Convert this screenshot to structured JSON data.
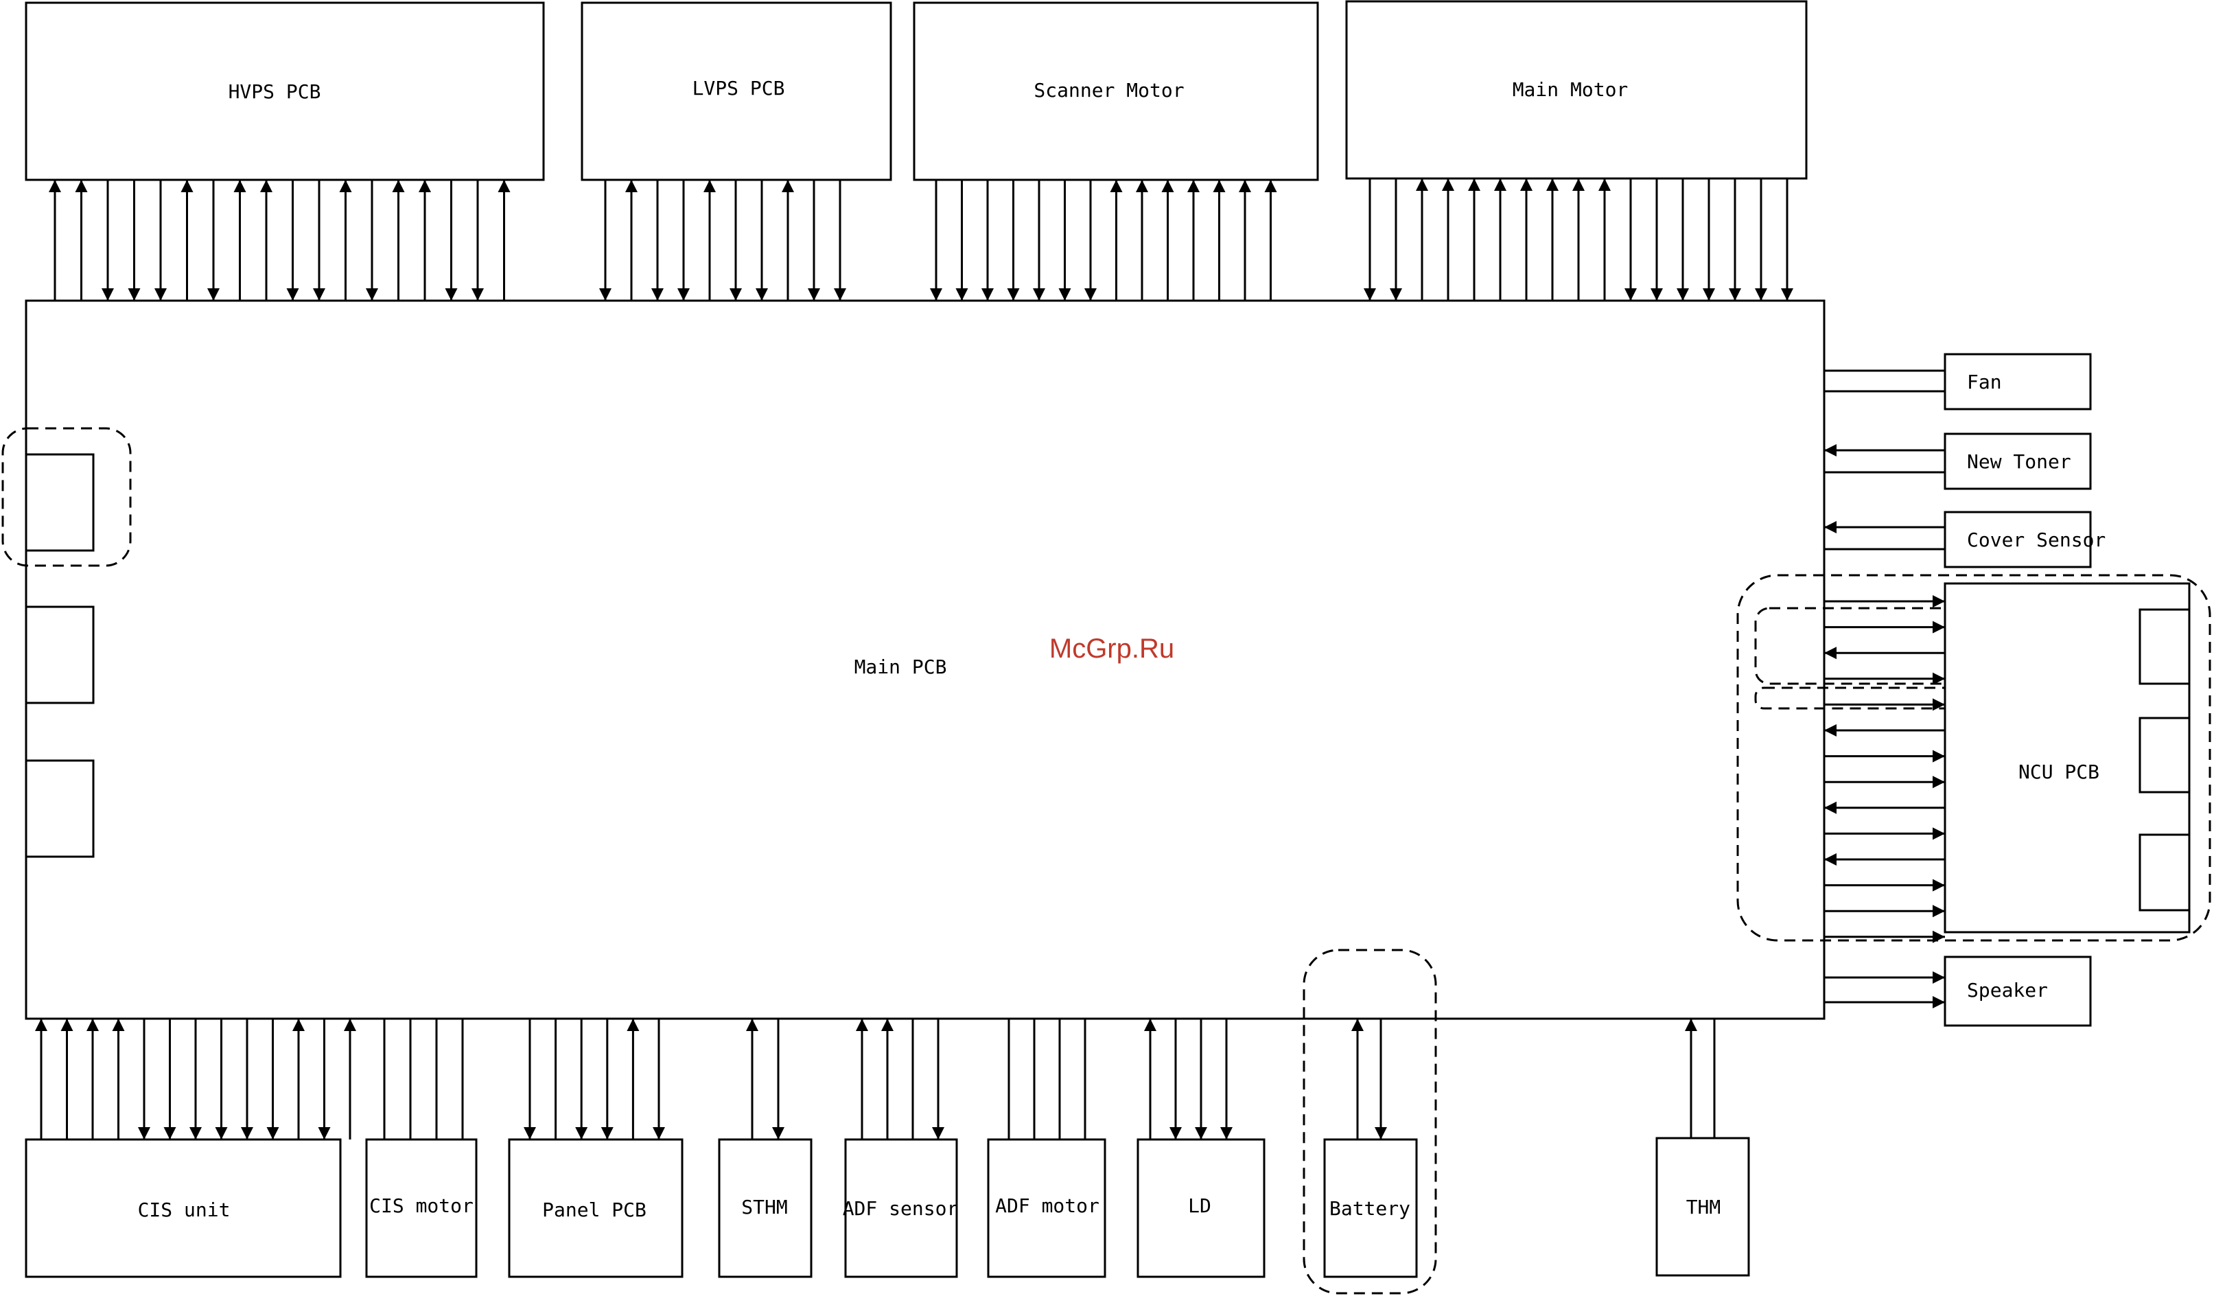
{
  "watermark": "McGrp.Ru",
  "colors": {
    "line": "#000000",
    "watermark": "#c0392b",
    "background": "#ffffff"
  },
  "main_board": {
    "label": "Main PCB"
  },
  "top_components": [
    {
      "id": "hvps",
      "label": "HVPS PCB",
      "signals": [
        "up",
        "up",
        "down",
        "down",
        "down",
        "up",
        "down",
        "up",
        "up",
        "down",
        "down",
        "up",
        "down",
        "up",
        "up",
        "down",
        "down",
        "up"
      ]
    },
    {
      "id": "lvps",
      "label": "LVPS PCB",
      "signals": [
        "down",
        "up",
        "down",
        "down",
        "up",
        "down",
        "down",
        "up",
        "down",
        "down"
      ]
    },
    {
      "id": "scanner-motor",
      "label": "Scanner Motor",
      "signals": [
        "down",
        "down",
        "down",
        "down",
        "down",
        "down",
        "down",
        "up",
        "up",
        "up",
        "up",
        "up",
        "up",
        "up"
      ]
    },
    {
      "id": "main-motor",
      "label": "Main Motor",
      "signals": [
        "down",
        "down",
        "up",
        "up",
        "up",
        "up",
        "up",
        "up",
        "up",
        "up",
        "down",
        "down",
        "down",
        "down",
        "down",
        "down",
        "down"
      ]
    }
  ],
  "right_components": [
    {
      "id": "fan",
      "label": "Fan",
      "signals": [
        "none",
        "none"
      ]
    },
    {
      "id": "new-toner",
      "label": "New Toner",
      "signals": [
        "in",
        "none"
      ]
    },
    {
      "id": "cover-sensor",
      "label": "Cover Sensor",
      "signals": [
        "in",
        "none"
      ]
    },
    {
      "id": "ncu",
      "label": "NCU PCB",
      "signals": [
        "out",
        "out",
        "in",
        "out",
        "out",
        "in",
        "out",
        "out",
        "in",
        "out",
        "in",
        "out",
        "out",
        "out"
      ]
    },
    {
      "id": "speaker",
      "label": "Speaker",
      "signals": [
        "out",
        "out"
      ]
    }
  ],
  "bottom_components": [
    {
      "id": "cis-unit",
      "label": "CIS unit",
      "signals": [
        "up",
        "up",
        "up",
        "up",
        "down",
        "down",
        "down",
        "down",
        "down",
        "down",
        "up",
        "down",
        "up"
      ]
    },
    {
      "id": "cis-motor",
      "label": "CIS motor",
      "signals": [
        "none",
        "none",
        "none",
        "none"
      ]
    },
    {
      "id": "panel-pcb",
      "label": "Panel PCB",
      "signals": [
        "down",
        "none",
        "down",
        "down",
        "up",
        "down"
      ]
    },
    {
      "id": "sthm",
      "label": "STHM",
      "signals": [
        "up",
        "down"
      ]
    },
    {
      "id": "adf-sensor",
      "label": "ADF sensor",
      "signals": [
        "up",
        "up",
        "none",
        "down"
      ]
    },
    {
      "id": "adf-motor",
      "label": "ADF motor",
      "signals": [
        "none",
        "none",
        "none",
        "none"
      ]
    },
    {
      "id": "ld",
      "label": "LD",
      "signals": [
        "up",
        "down",
        "down",
        "down"
      ]
    },
    {
      "id": "battery",
      "label": "Battery",
      "signals": [
        "up",
        "down"
      ]
    },
    {
      "id": "thm",
      "label": "THM",
      "signals": [
        "up",
        "none"
      ]
    }
  ]
}
